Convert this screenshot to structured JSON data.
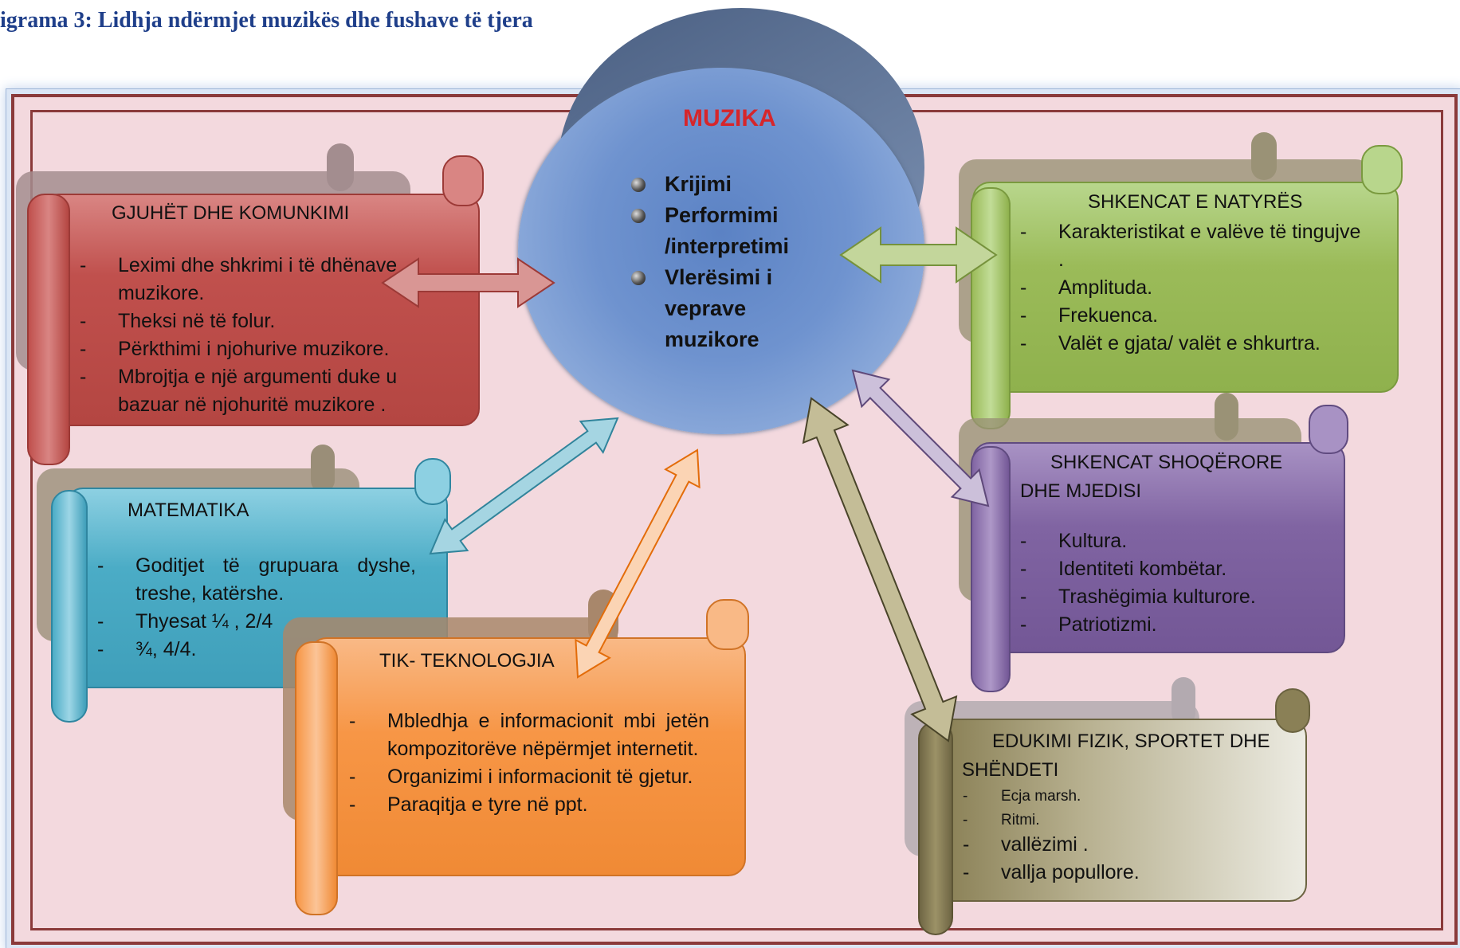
{
  "caption": "igrama 3:  Lidhja ndërmjet muzikës dhe fushave të tjera",
  "center": {
    "title": "MUZIKA",
    "items": [
      "Krijimi",
      "Performimi /interpretimi",
      "Vlerësimi i veprave muzikore"
    ]
  },
  "boxes": {
    "gjuhet": {
      "title": "GJUHËT DHE KOMUNKIMI",
      "items": [
        "Leximi dhe shkrimi i të dhënave muzikore.",
        "Theksi në të folur.",
        "Përkthimi i njohurive muzikore.",
        "Mbrojtja e një argumenti duke u bazuar në njohuritë muzikore ."
      ],
      "color": "#c0504d"
    },
    "matematika": {
      "title": "MATEMATIKA",
      "items": [
        "Goditjet të grupuara dyshe, treshe, katërshe.",
        "Thyesat ¼ , 2/4",
        "¾, 4/4."
      ],
      "color": "#4bacc6"
    },
    "tik": {
      "title": "TIK- TEKNOLOGJIA",
      "items": [
        "Mbledhja e informacionit mbi jetën kompozitorëve nëpërmjet internetit.",
        "Organizimi i informacionit të gjetur.",
        "Paraqitja e tyre në ppt."
      ],
      "color": "#f79646"
    },
    "natyres": {
      "title": "SHKENCAT E NATYRËS",
      "items": [
        "Karakteristikat e valëve të tingujve .",
        "Amplituda.",
        "Frekuenca.",
        "Valët e gjata/ valët e shkurtra."
      ],
      "color": "#9bbb59"
    },
    "shoqerore": {
      "title_line1": "SHKENCAT SHOQËRORE",
      "title_line2": "DHE MJEDISI",
      "items": [
        "Kultura.",
        "Identiteti kombëtar.",
        "Trashëgimia kulturore.",
        "Patriotizmi."
      ],
      "color": "#8064a2"
    },
    "edukimi": {
      "title_line1": "EDUKIMI FIZIK, SPORTET DHE",
      "title_line2": "SHËNDETI",
      "small_items": [
        "Ecja marsh.",
        "Ritmi."
      ],
      "items": [
        "vallëzimi .",
        "vallja popullore."
      ],
      "color": "#7f7549"
    }
  }
}
